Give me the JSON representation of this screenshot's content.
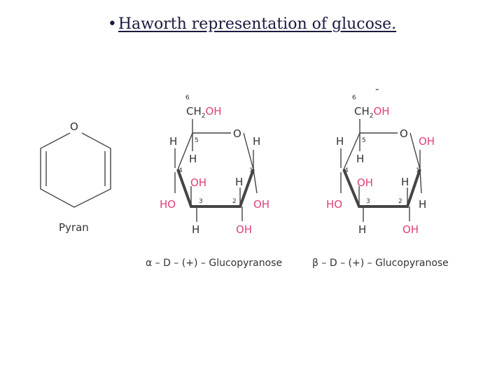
{
  "title": {
    "bullet": "•",
    "text": "Haworth representation of glucose."
  },
  "pyran": {
    "oxygen": "O",
    "name": "Pyran"
  },
  "alpha": {
    "c6_num": "6",
    "ch2oh_ch": "CH",
    "ch2oh_sub": "2",
    "ch2oh_oh": "OH",
    "ring_oxygen": "O",
    "c5_num": "5",
    "c4_num": "4",
    "c3_num": "3",
    "c2_num": "2",
    "c1_num": "1",
    "h_c5": "H",
    "h_c1_top": "H",
    "h_c4_up": "H",
    "oh_c3_up": "OH",
    "h_c2_up": "H",
    "ho_c4": "HO",
    "oh_c1_down": "OH",
    "h_c3_down": "H",
    "oh_c2_down": "OH",
    "caption": "α – D – (+) – Glucopyranose"
  },
  "beta": {
    "c6_num": "6",
    "ch2oh_ch": "CH",
    "ch2oh_sub": "2",
    "ch2oh_oh": "OH",
    "ring_oxygen": "O",
    "c5_num": "5",
    "c4_num": "4",
    "c3_num": "3",
    "c2_num": "2",
    "c1_num": "1",
    "h_c5": "H",
    "oh_c1_top": "OH",
    "h_c4_up": "H",
    "oh_c3_up": "OH",
    "h_c2_up": "H",
    "ho_c4": "HO",
    "h_c1_down": "H",
    "h_c3_down": "H",
    "oh_c2_down": "OH",
    "caption": "β – D – (+) – Glucopyranose"
  },
  "colors": {
    "pink": "#e0407a",
    "ink": "#333333",
    "title": "#1a1a40"
  }
}
